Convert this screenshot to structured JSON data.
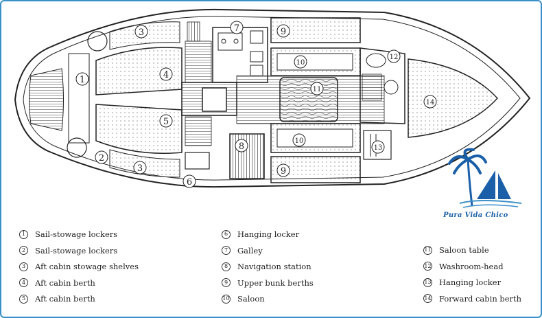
{
  "diagram": {
    "labels": [
      "1",
      "2",
      "3",
      "3",
      "4",
      "5",
      "6",
      "7",
      "8",
      "9",
      "9",
      "10",
      "10",
      "11",
      "12",
      "13",
      "14"
    ]
  },
  "brand": {
    "name": "Pura Vida Chico"
  },
  "legend": {
    "col1": [
      {
        "n": "1",
        "text": "Sail-stowage lockers"
      },
      {
        "n": "2",
        "text": "Sail-stowage lockers"
      },
      {
        "n": "3",
        "text": "Aft cabin stowage shelves"
      },
      {
        "n": "4",
        "text": "Aft cabin berth"
      },
      {
        "n": "5",
        "text": "Aft cabin berth"
      }
    ],
    "col2": [
      {
        "n": "6",
        "text": "Hanging locker"
      },
      {
        "n": "7",
        "text": "Galley"
      },
      {
        "n": "8",
        "text": "Navigation station"
      },
      {
        "n": "9",
        "text": "Upper bunk berths"
      },
      {
        "n": "10",
        "text": "Saloon"
      }
    ],
    "col3": [
      {
        "n": "11",
        "text": "Saloon table"
      },
      {
        "n": "12",
        "text": "Washroom-head"
      },
      {
        "n": "13",
        "text": "Hanging locker"
      },
      {
        "n": "14",
        "text": "Forward cabin berth"
      }
    ]
  },
  "colors": {
    "frame": "#3a8fc8",
    "ink": "#222222",
    "brand": "#1a5fa8"
  }
}
